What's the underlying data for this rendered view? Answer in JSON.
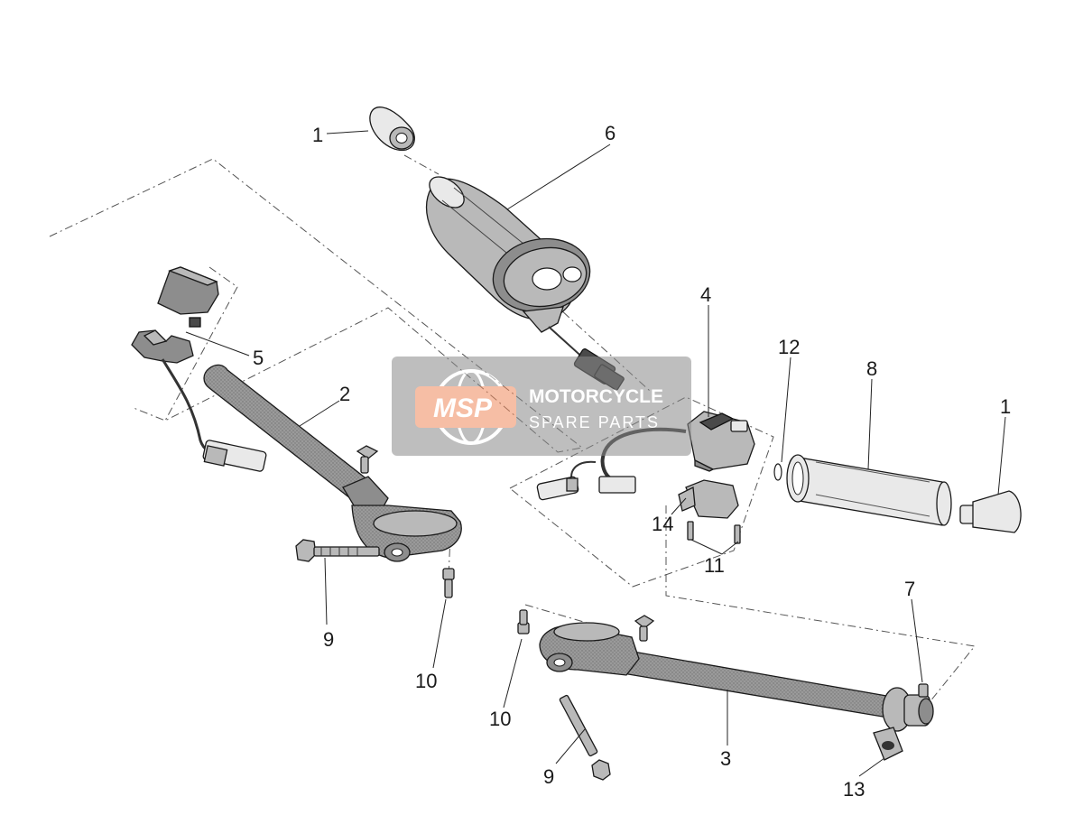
{
  "diagram": {
    "callouts": [
      {
        "id": "c1a",
        "label": "1"
      },
      {
        "id": "c6",
        "label": "6"
      },
      {
        "id": "c5",
        "label": "5"
      },
      {
        "id": "c2",
        "label": "2"
      },
      {
        "id": "c4",
        "label": "4"
      },
      {
        "id": "c12",
        "label": "12"
      },
      {
        "id": "c8",
        "label": "8"
      },
      {
        "id": "c1b",
        "label": "1"
      },
      {
        "id": "c14",
        "label": "14"
      },
      {
        "id": "c11",
        "label": "11"
      },
      {
        "id": "c9a",
        "label": "9"
      },
      {
        "id": "c10a",
        "label": "10"
      },
      {
        "id": "c7",
        "label": "7"
      },
      {
        "id": "c10b",
        "label": "10"
      },
      {
        "id": "c3",
        "label": "3"
      },
      {
        "id": "c9b",
        "label": "9"
      },
      {
        "id": "c13",
        "label": "13"
      }
    ]
  },
  "watermark": {
    "logo_text": "MSP",
    "line1": "MOTORCYCLE",
    "line2": "SPARE PARTS",
    "logo_color": "#f08a5d",
    "band_color": "#8a8a8a"
  }
}
